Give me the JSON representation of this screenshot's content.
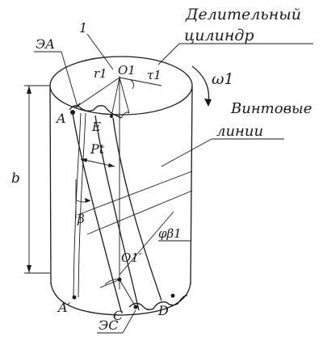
{
  "labels": {
    "callout_number": "1",
    "pitch_cylinder_line1": "Делительный",
    "pitch_cylinder_line2": "цилиндр",
    "helix_line1": "Винтовые",
    "helix_line2": "линии",
    "omega": "ω1",
    "e_a": "ЭA",
    "e_c": "ЭC",
    "r1": "r1",
    "o1": "O1",
    "tau1": "τ1",
    "point_a": "A",
    "point_e": "E",
    "pt": "Pt",
    "beta": "β",
    "b": "b",
    "o1_prime": "O1′",
    "phi": "φβ1",
    "point_a_prime": "A′",
    "point_c": "C",
    "point_d": "D"
  }
}
